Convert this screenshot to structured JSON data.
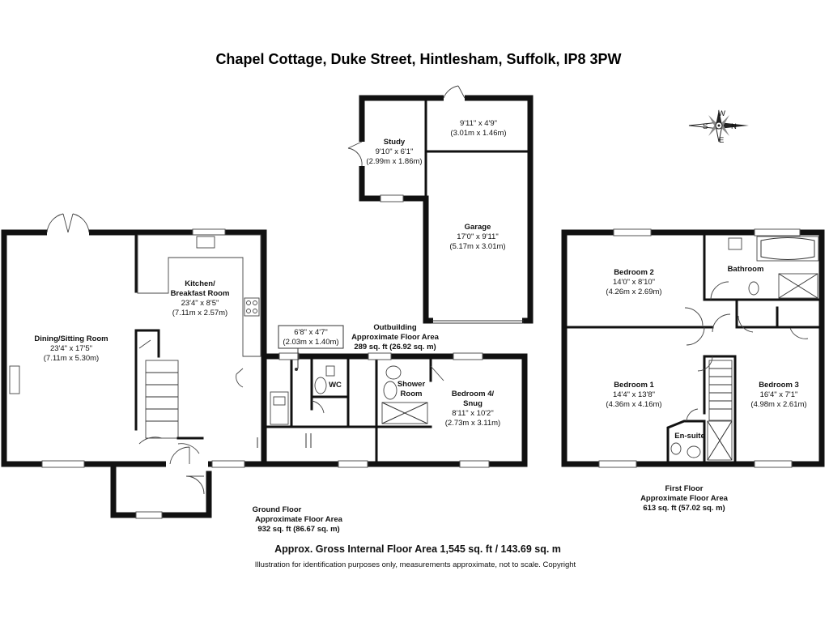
{
  "title": "Chapel Cottage, Duke Street, Hintlesham, Suffolk, IP8 3PW",
  "compass": {
    "n": "N",
    "s": "S",
    "e": "E",
    "w": "W"
  },
  "rooms": {
    "store": {
      "dims_imperial": "9'11\" x 4'9\"",
      "dims_metric": "(3.01m x 1.46m)"
    },
    "study": {
      "name": "Study",
      "dims_imperial": "9'10\" x 6'1\"",
      "dims_metric": "(2.99m x 1.86m)"
    },
    "garage": {
      "name": "Garage",
      "dims_imperial": "17'0\" x 9'11\"",
      "dims_metric": "(5.17m x 3.01m)"
    },
    "kitchen": {
      "name_line1": "Kitchen/",
      "name_line2": "Breakfast Room",
      "dims_imperial": "23'4\" x 8'5\"",
      "dims_metric": "(7.11m x 2.57m)"
    },
    "dining": {
      "name": "Dining/Sitting Room",
      "dims_imperial": "23'4\" x 17'5\"",
      "dims_metric": "(7.11m x 5.30m)"
    },
    "utility": {
      "dims_imperial": "6'8\" x 4'7\"",
      "dims_metric": "(2.03m x 1.40m)"
    },
    "wc": {
      "name": "WC"
    },
    "shower": {
      "name_line1": "Shower",
      "name_line2": "Room"
    },
    "bedroom4": {
      "name_line1": "Bedroom 4/",
      "name_line2": "Snug",
      "dims_imperial": "8'11\" x 10'2\"",
      "dims_metric": "(2.73m x 3.11m)"
    },
    "bedroom2": {
      "name": "Bedroom 2",
      "dims_imperial": "14'0\" x 8'10\"",
      "dims_metric": "(4.26m x 2.69m)"
    },
    "bathroom": {
      "name": "Bathroom"
    },
    "bedroom1": {
      "name": "Bedroom 1",
      "dims_imperial": "14'4\" x 13'8\"",
      "dims_metric": "(4.36m x 4.16m)"
    },
    "bedroom3": {
      "name": "Bedroom 3",
      "dims_imperial": "16'4\" x 7'1\"",
      "dims_metric": "(4.98m x 2.61m)"
    },
    "ensuite": {
      "name": "En-suite"
    }
  },
  "outbuilding": {
    "line1": "Outbuilding",
    "line2": "Approximate Floor Area",
    "line3": "289 sq. ft (26.92 sq. m)"
  },
  "ground_floor": {
    "line1": "Ground Floor",
    "line2": "Approximate Floor Area",
    "line3": "932 sq. ft (86.67 sq. m)"
  },
  "first_floor": {
    "line1": "First Floor",
    "line2": "Approximate Floor Area",
    "line3": "613 sq. ft (57.02 sq. m)"
  },
  "gross": "Approx. Gross Internal Floor Area 1,545 sq. ft / 143.69 sq. m",
  "disclaimer": "Illustration for identification purposes only, measurements approximate, not to scale. Copyright"
}
